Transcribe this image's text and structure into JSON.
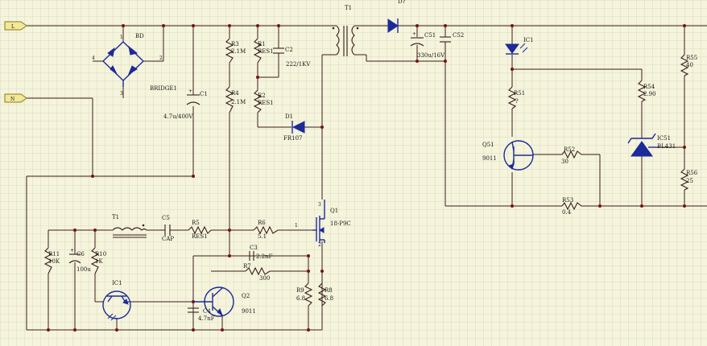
{
  "schematic": {
    "ports": {
      "line": "L",
      "neutral": "N"
    },
    "components": {
      "bd": {
        "ref": "BD",
        "value": "BRIDGE1"
      },
      "c1": {
        "ref": "C1",
        "value": "4.7u/400V"
      },
      "r3": {
        "ref": "R3",
        "value": "2.1M"
      },
      "r4": {
        "ref": "R4",
        "value": "2.1M"
      },
      "r1": {
        "ref": "R1",
        "value": "RES1"
      },
      "r2": {
        "ref": "R2",
        "value": "RES1"
      },
      "c2": {
        "ref": "C2",
        "value": "222/1KV"
      },
      "d1": {
        "ref": "D1",
        "value": "FR107"
      },
      "t1_main": {
        "ref": "T1"
      },
      "d_out": {
        "ref": "D?"
      },
      "c51": {
        "ref": "C51",
        "value": "330u/16V"
      },
      "c52": {
        "ref": "C52"
      },
      "ic1_led": {
        "ref": "IC1"
      },
      "r55": {
        "ref": "R55",
        "value": "40"
      },
      "r51": {
        "ref": "R51",
        "value": "?"
      },
      "r54": {
        "ref": "R54",
        "value": "2.90"
      },
      "ic51": {
        "ref": "IC51",
        "value": "BL431"
      },
      "q51": {
        "ref": "Q51",
        "value": "9011"
      },
      "r52": {
        "ref": "R52",
        "value": "30"
      },
      "r53": {
        "ref": "R53",
        "value": "0.4"
      },
      "r56": {
        "ref": "R56",
        "value": "25"
      },
      "q1": {
        "ref": "Q1",
        "value": "18-P9C",
        "pin_d": "3",
        "pin_g": "1",
        "pin_s": "2"
      },
      "t1_aux": {
        "ref": "T1"
      },
      "c5": {
        "ref": "C5",
        "value": "CAP"
      },
      "r5": {
        "ref": "R5",
        "value": "RES1"
      },
      "r6": {
        "ref": "R6",
        "value": "5.1"
      },
      "c3": {
        "ref": "C3",
        "value": "2.2nF"
      },
      "r7": {
        "ref": "R7",
        "value": "300"
      },
      "r11": {
        "ref": "R11",
        "value": "10K"
      },
      "c6": {
        "ref": "C6",
        "value": "100u"
      },
      "r10": {
        "ref": "R10",
        "value": "1K"
      },
      "ic1_opto": {
        "ref": "IC1"
      },
      "q2": {
        "ref": "Q2",
        "value": "9011"
      },
      "c4": {
        "ref": "C4",
        "value": "4.7nF"
      },
      "r9": {
        "ref": "R9",
        "value": "6.8"
      },
      "r8": {
        "ref": "R8",
        "value": "6.8"
      }
    },
    "bridge_pins": {
      "p4": "4",
      "p2": "2",
      "p1": "1",
      "p3": "3"
    }
  }
}
